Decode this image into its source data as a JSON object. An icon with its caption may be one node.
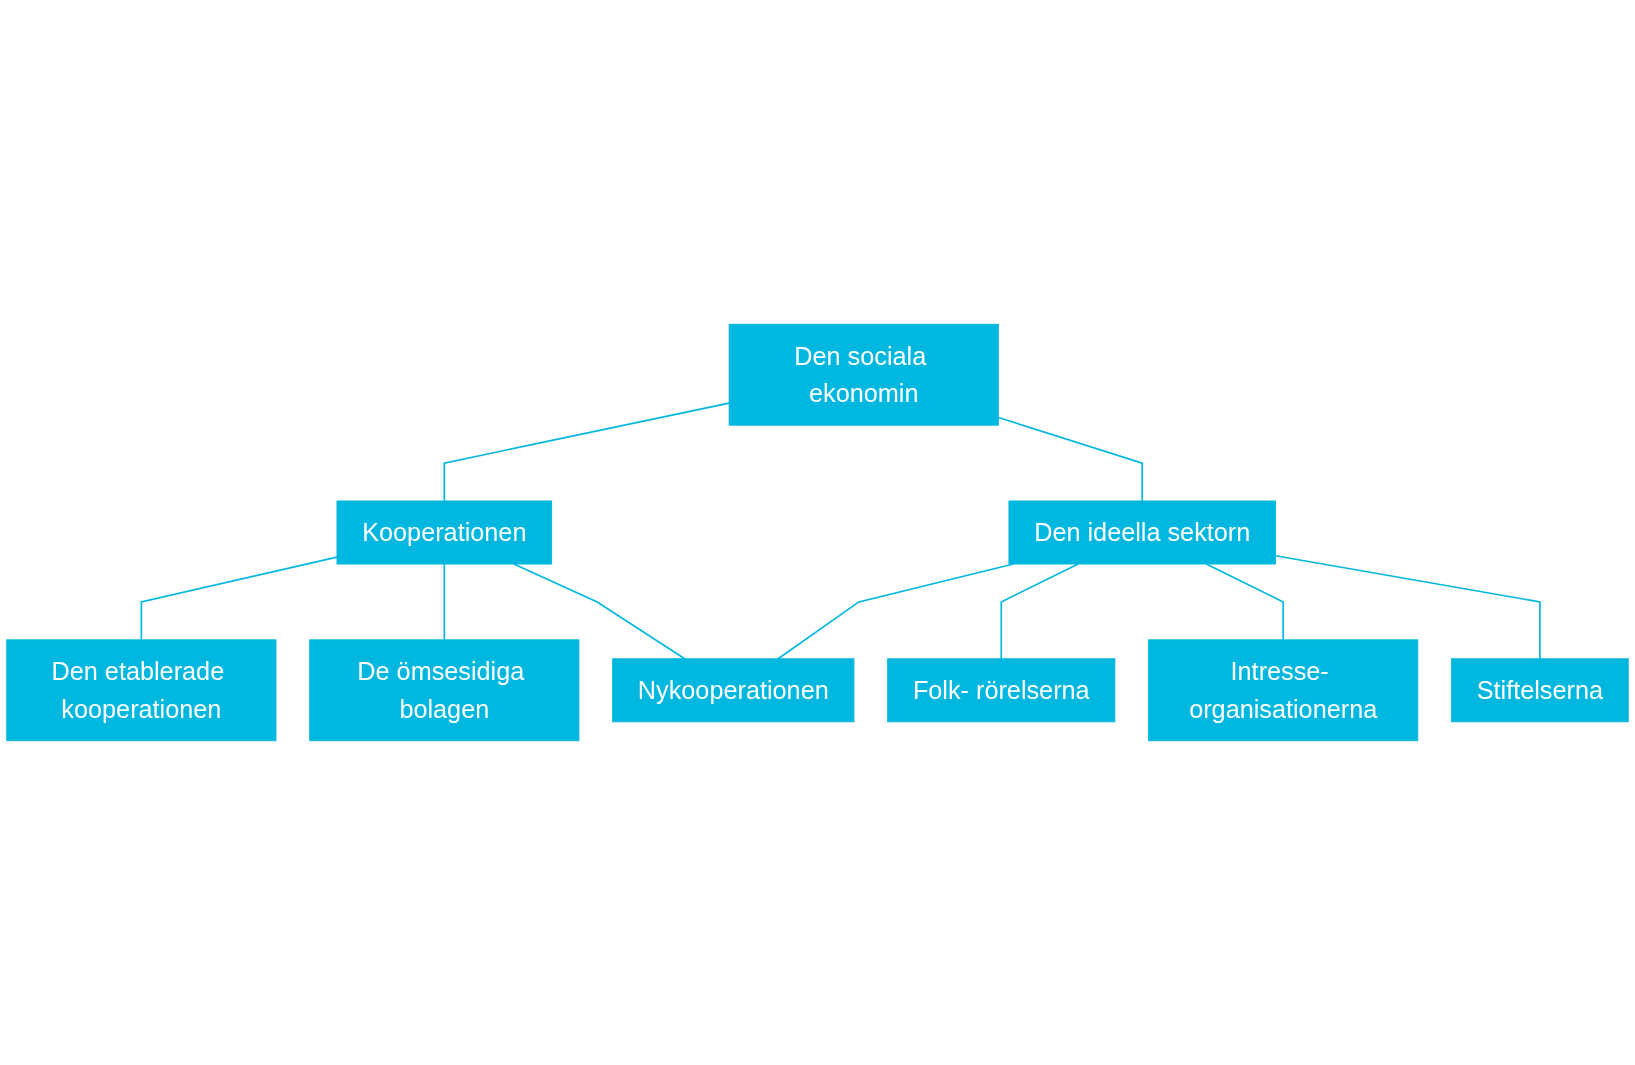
{
  "diagram": {
    "nodes": [
      {
        "text": [
          "Den sociala ekonomin"
        ]
      },
      {
        "text": [
          "Kooperationen"
        ]
      },
      {
        "text": [
          "Den ideella sektorn"
        ]
      },
      {
        "text": [
          "Den etablerade kooperationen"
        ]
      },
      {
        "text": [
          "De ömsesidiga bolagen"
        ]
      },
      {
        "text": [
          "Nykooperationen"
        ]
      },
      {
        "text": [
          "Folk- rörelserna"
        ]
      },
      {
        "text": [
          "Intresse- organisationerna"
        ]
      },
      {
        "text": [
          "Stiftelserna"
        ]
      }
    ],
    "edges": [
      {
        "from": 0,
        "to": 1,
        "arrow": "none"
      },
      {
        "from": 0,
        "to": 2,
        "arrow": "none"
      },
      {
        "from": 1,
        "to": 3,
        "arrow": "none"
      },
      {
        "from": 1,
        "to": 4,
        "arrow": "none"
      },
      {
        "from": 1,
        "to": 5,
        "arrow": "none"
      },
      {
        "from": 2,
        "to": 5,
        "arrow": "none"
      },
      {
        "from": 2,
        "to": 6,
        "arrow": "none"
      },
      {
        "from": 2,
        "to": 7,
        "arrow": "none"
      },
      {
        "from": 2,
        "to": 8,
        "arrow": "none"
      }
    ]
  }
}
